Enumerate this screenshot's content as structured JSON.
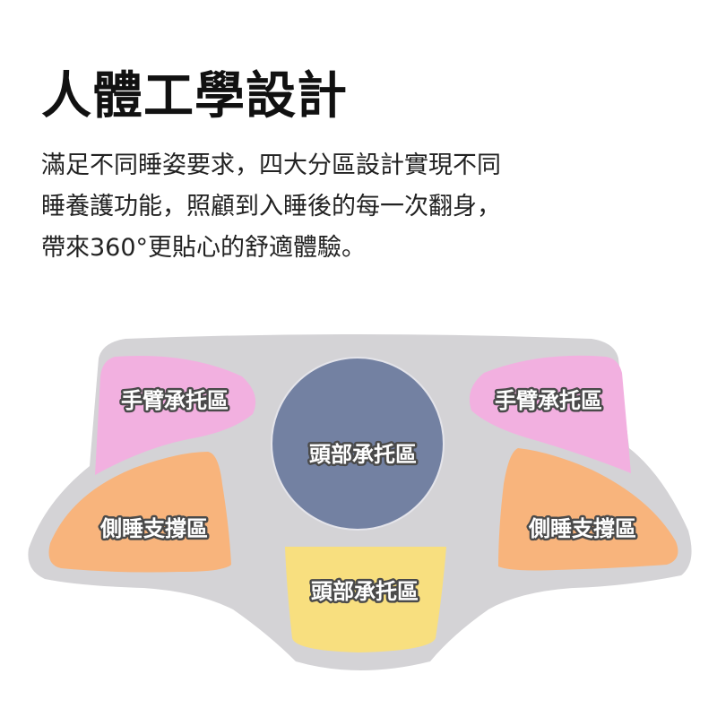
{
  "header": {
    "title": "人體工學設計"
  },
  "description": {
    "lines": [
      "滿足不同睡姿要求，四大分區設計實現不同",
      "睡養護功能，照顧到入睡後的每一次翻身，",
      "帶來360°更貼心的舒適體驗。"
    ]
  },
  "diagram": {
    "colors": {
      "pillow_base": "#d4d3d6",
      "arm_zone": "#f2b0e0",
      "head_zone_circle": "#7381a2",
      "side_zone": "#f8b47c",
      "neck_zone": "#f8df7f",
      "label_fill": "#ffffff",
      "label_outline": "#4a4a4a"
    },
    "zones": {
      "arm_left": {
        "label": "手臂承托區"
      },
      "arm_right": {
        "label": "手臂承托區"
      },
      "head_center": {
        "label": "頭部承托區"
      },
      "side_left": {
        "label": "側睡支撐區"
      },
      "side_right": {
        "label": "側睡支撐區"
      },
      "head_bottom": {
        "label": "頭部承托區"
      }
    }
  }
}
